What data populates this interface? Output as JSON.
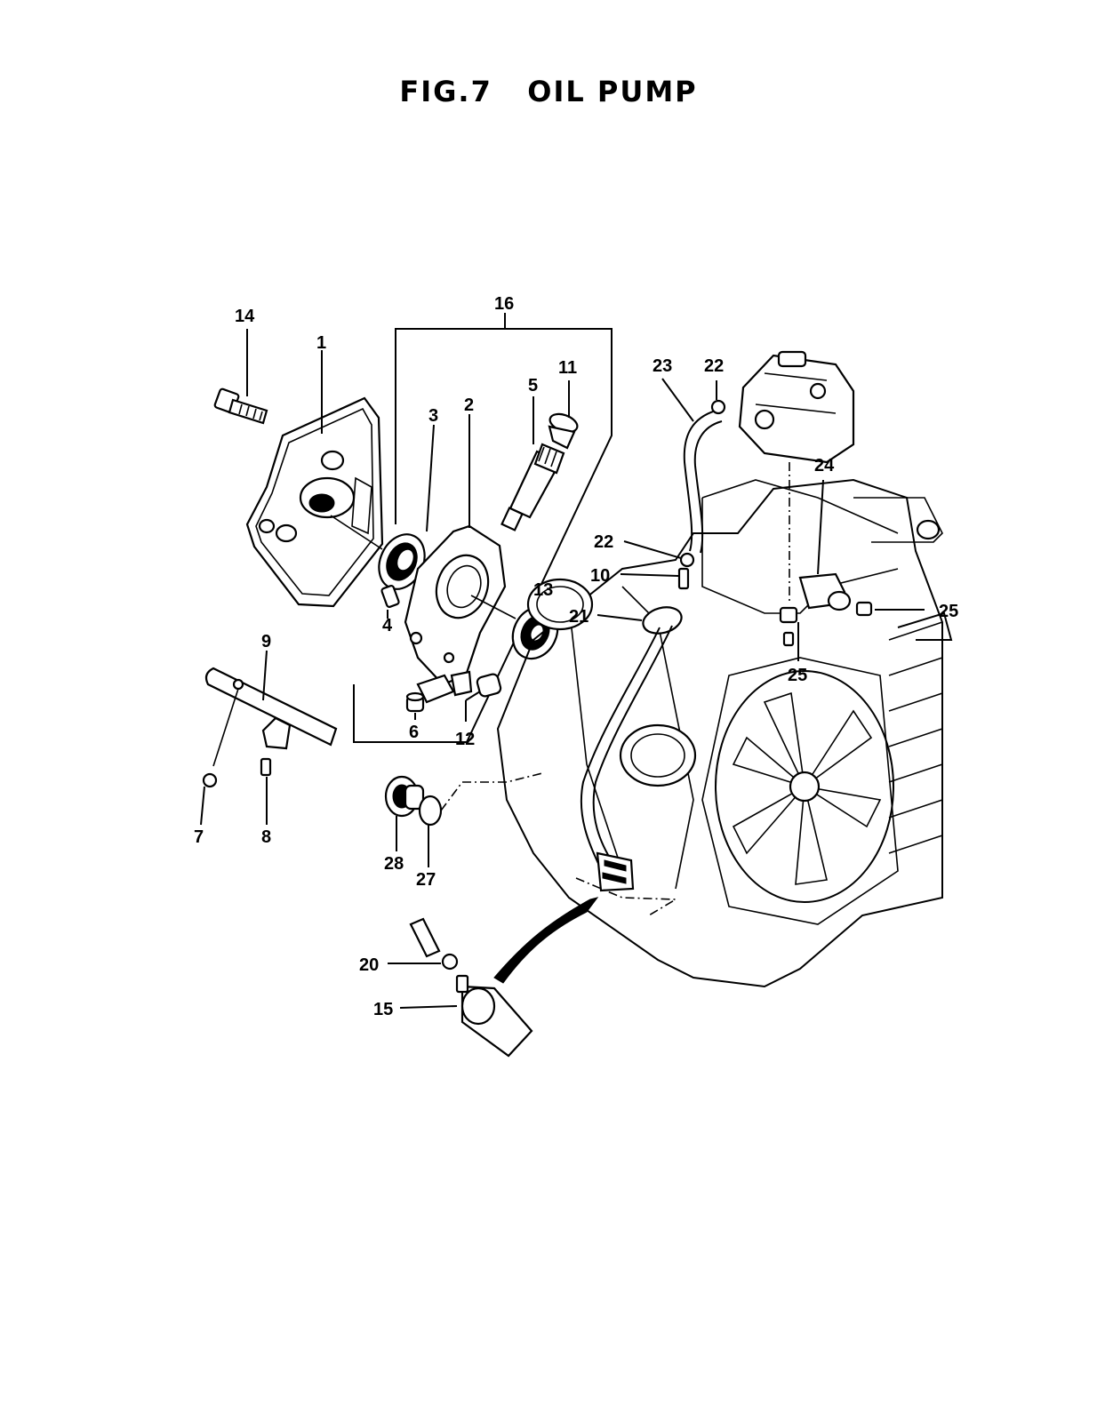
{
  "figure": {
    "title": "FIG.7   OIL PUMP"
  },
  "callouts": [
    {
      "id": "c14",
      "label": "14"
    },
    {
      "id": "c1",
      "label": "1"
    },
    {
      "id": "c16",
      "label": "16"
    },
    {
      "id": "c3",
      "label": "3"
    },
    {
      "id": "c2",
      "label": "2"
    },
    {
      "id": "c5",
      "label": "5"
    },
    {
      "id": "c11",
      "label": "11"
    },
    {
      "id": "c23",
      "label": "23"
    },
    {
      "id": "c22a",
      "label": "22"
    },
    {
      "id": "c24",
      "label": "24"
    },
    {
      "id": "c22b",
      "label": "22"
    },
    {
      "id": "c10",
      "label": "10"
    },
    {
      "id": "c13",
      "label": "13"
    },
    {
      "id": "c21",
      "label": "21"
    },
    {
      "id": "c25a",
      "label": "25"
    },
    {
      "id": "c25b",
      "label": "25"
    },
    {
      "id": "c4",
      "label": "4"
    },
    {
      "id": "c9",
      "label": "9"
    },
    {
      "id": "c6",
      "label": "6"
    },
    {
      "id": "c12",
      "label": "12"
    },
    {
      "id": "c7",
      "label": "7"
    },
    {
      "id": "c8",
      "label": "8"
    },
    {
      "id": "c28",
      "label": "28"
    },
    {
      "id": "c27",
      "label": "27"
    },
    {
      "id": "c20",
      "label": "20"
    },
    {
      "id": "c15",
      "label": "15"
    }
  ]
}
